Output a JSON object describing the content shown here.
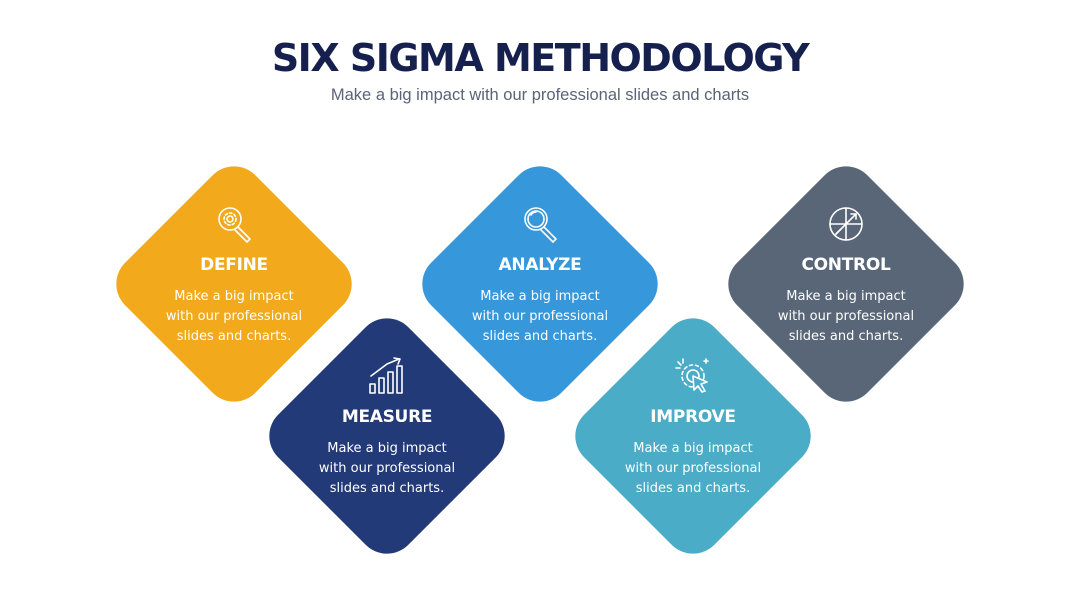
{
  "header": {
    "title": "SIX SIGMA METHODOLOGY",
    "subtitle": "Make a big impact with our professional slides and charts"
  },
  "steps": [
    {
      "label": "DEFINE",
      "icon": "magnifier-gear-icon",
      "color": "#f2a91c",
      "lines": [
        "Make a big impact",
        "with our professional",
        "slides and charts."
      ]
    },
    {
      "label": "MEASURE",
      "icon": "bar-chart-growth-icon",
      "color": "#233a78",
      "lines": [
        "Make a big impact",
        "with our professional",
        "slides and charts."
      ]
    },
    {
      "label": "ANALYZE",
      "icon": "magnifier-icon",
      "color": "#3697da",
      "lines": [
        "Make a big impact",
        "with our professional",
        "slides and charts."
      ]
    },
    {
      "label": "IMPROVE",
      "icon": "cursor-click-icon",
      "color": "#4aacc6",
      "lines": [
        "Make a big impact",
        "with our professional",
        "slides and charts."
      ]
    },
    {
      "label": "CONTROL",
      "icon": "compass-icon",
      "color": "#586677",
      "lines": [
        "Make a big impact",
        "with our professional",
        "slides and charts."
      ]
    }
  ]
}
